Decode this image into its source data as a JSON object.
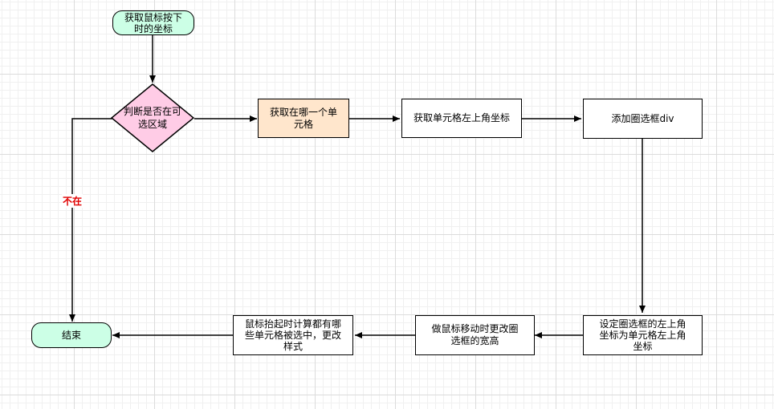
{
  "nodes": {
    "start": "获取鼠标按下时的坐标",
    "decision": "判断是否在可选区域",
    "get_cell": "获取在哪一个单元格",
    "get_cell_corner": "获取单元格左上角坐标",
    "add_div": "添加圈选框div",
    "set_corner": "设定圈选框的左上角坐标为单元格左上角坐标",
    "resize": "做鼠标移动时更改圈选框的宽高",
    "compute": "鼠标抬起时计算都有哪些单元格被选中，更改样式",
    "end": "结束"
  },
  "edge_labels": {
    "not_in": "不在"
  },
  "colors": {
    "terminal_fill": "#ccffe6",
    "decision_fill": "#ffcce6",
    "highlight_fill": "#ffe6cc",
    "not_in_label": "#e00000"
  }
}
